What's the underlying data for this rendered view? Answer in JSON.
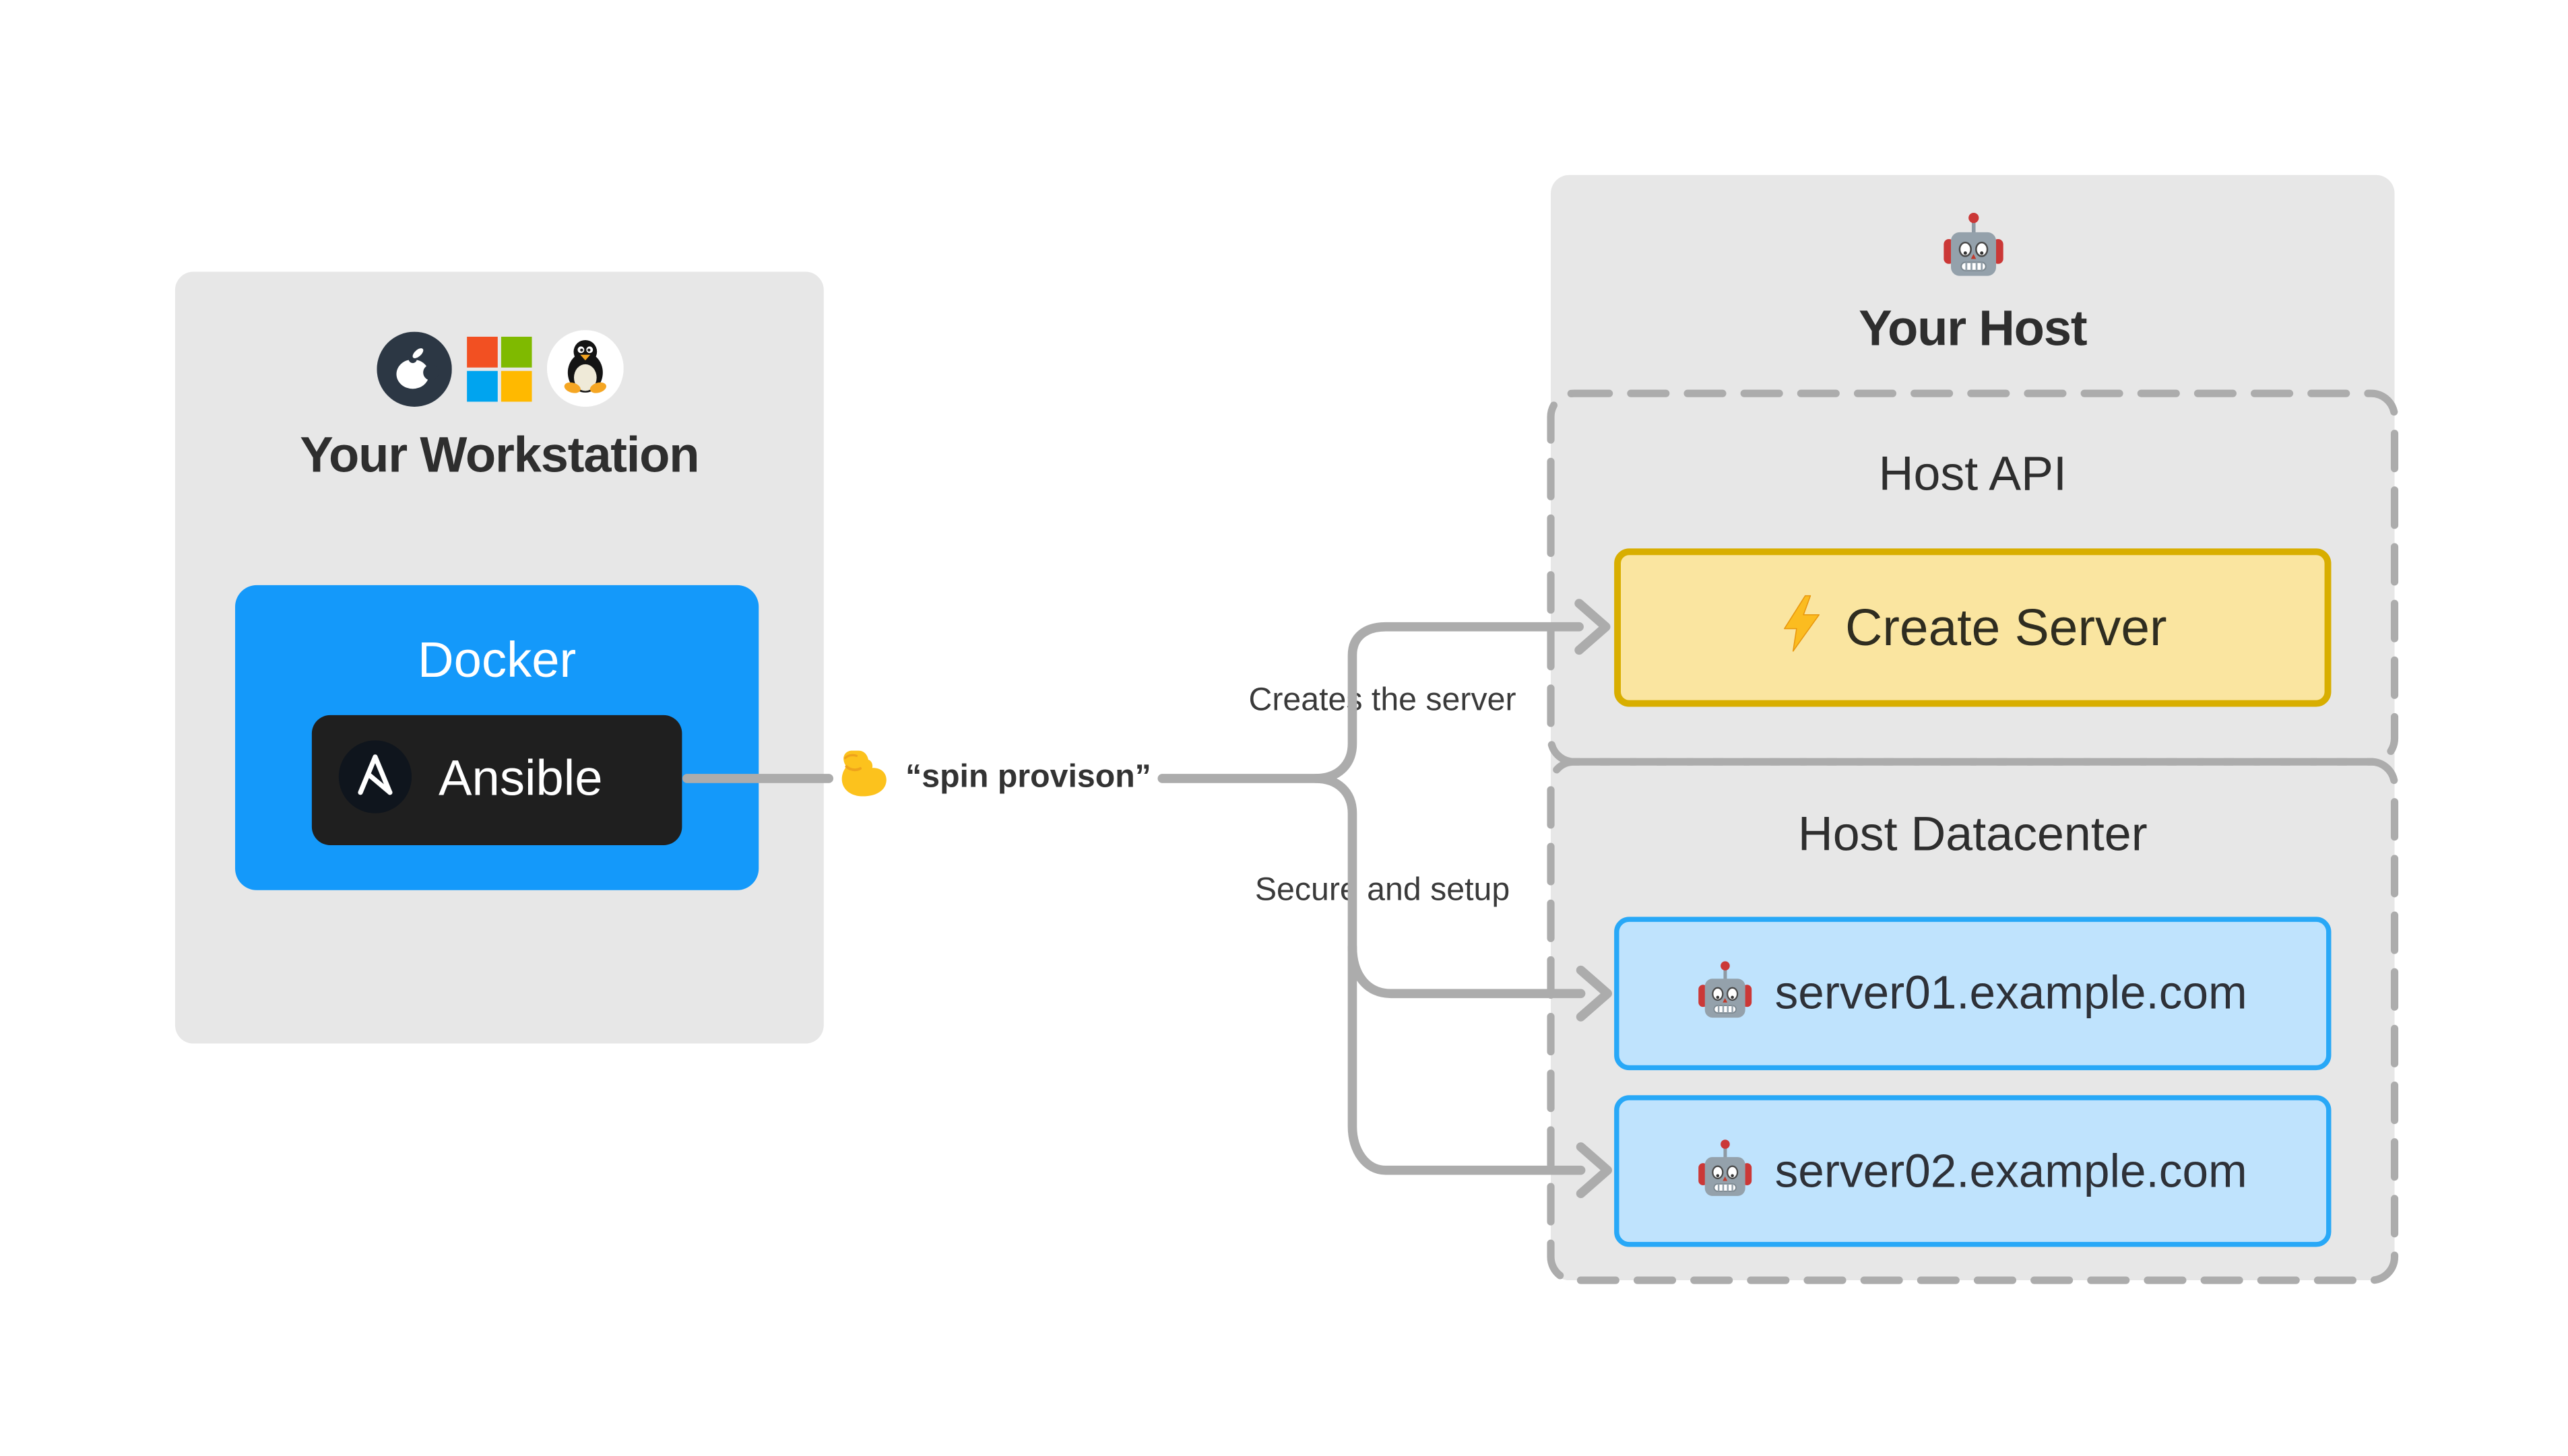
{
  "workstation": {
    "title": "Your Workstation",
    "os_icons": [
      "apple-icon",
      "microsoft-icon",
      "linux-tux-icon"
    ],
    "docker_label": "Docker",
    "ansible_label": "Ansible",
    "ansible_icon": "ansible-logo-icon"
  },
  "command": {
    "icon": "flexed-biceps-icon",
    "text": "“spin provison”"
  },
  "edges": {
    "create_label": "Creates the server",
    "setup_label": "Secure and setup"
  },
  "host": {
    "icon": "robot-icon",
    "title": "Your Host",
    "sections": [
      {
        "title": "Host API",
        "items": [
          {
            "icon": "lightning-icon",
            "label": "Create Server"
          }
        ]
      },
      {
        "title": "Host Datacenter",
        "items": [
          {
            "icon": "robot-icon",
            "label": "server01.example.com"
          },
          {
            "icon": "robot-icon",
            "label": "server02.example.com"
          }
        ]
      }
    ]
  },
  "colors": {
    "panel_gray": "#E7E7E7",
    "docker_blue": "#1499FA",
    "ansible_dark": "#1F1F1F",
    "action_fill": "#FAE5A0",
    "action_border": "#D8AE00",
    "server_fill": "#BFE3FD",
    "server_border": "#28A8F7",
    "connector_gray": "#ACACAC",
    "text_dark": "#2E2E2E"
  }
}
